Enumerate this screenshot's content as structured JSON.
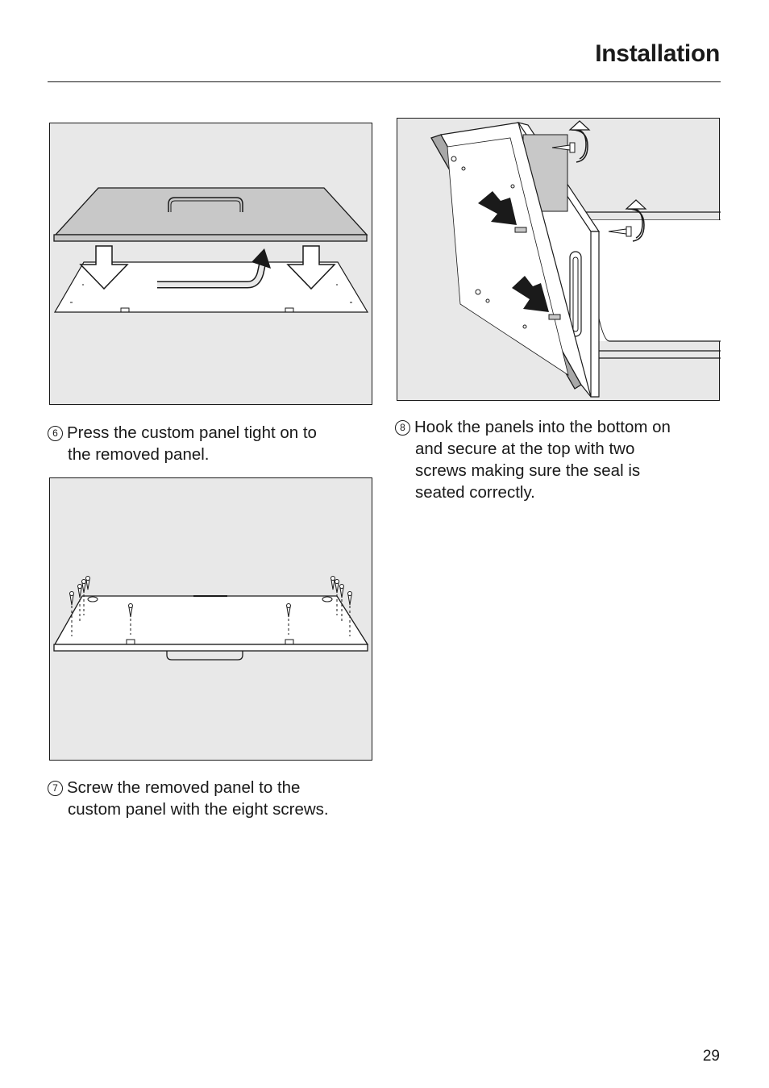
{
  "header": {
    "title": "Installation"
  },
  "steps": [
    {
      "number": "6",
      "line1": "Press the custom panel tight on to",
      "lines": [
        "the removed panel."
      ]
    },
    {
      "number": "7",
      "line1": "Screw the removed panel to the",
      "lines": [
        "custom panel with the eight screws."
      ]
    },
    {
      "number": "8",
      "line1": "Hook the panels into the bottom on",
      "lines": [
        "and secure at the top with two",
        "screws making sure the seal is",
        "seated correctly."
      ]
    }
  ],
  "footer": {
    "page_number": "29"
  },
  "colors": {
    "figure_background": "#e8e8e8",
    "panel_grey": "#c8c8c8",
    "ink": "#1a1a1a"
  }
}
